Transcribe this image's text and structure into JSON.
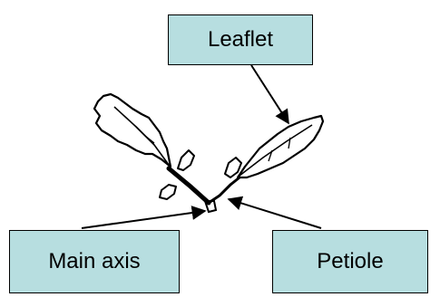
{
  "labels": {
    "leaflet": "Leaflet",
    "main_axis": "Main axis",
    "petiole": "Petiole"
  },
  "colors": {
    "callout_fill": "#b7dee0",
    "outline": "#000000"
  }
}
